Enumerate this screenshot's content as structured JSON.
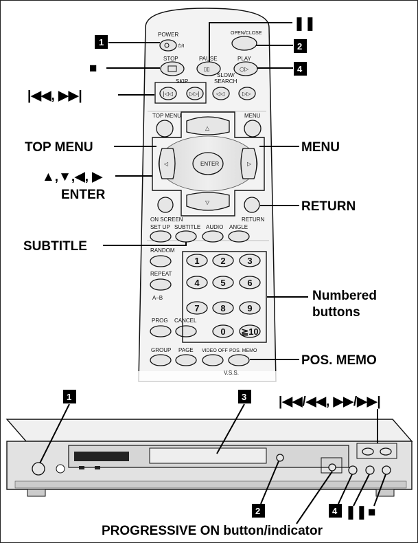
{
  "remote": {
    "buttons": {
      "power": "POWER",
      "power_symbol": "⏻/I",
      "open_close": "OPEN/CLOSE",
      "stop": "STOP",
      "pause": "PAUSE",
      "play": "PLAY",
      "skip": "SKIP",
      "slow_search": [
        "SLOW/",
        "SEARCH"
      ],
      "top_menu": "TOP MENU",
      "menu": "MENU",
      "enter": "ENTER",
      "on_screen": "ON SCREEN",
      "return": "RETURN",
      "set_up": "SET UP",
      "subtitle": "SUBTITLE",
      "audio": "AUDIO",
      "angle": "ANGLE",
      "random": "RANDOM",
      "repeat": "REPEAT",
      "a_b": "A–B",
      "prog": "PROG",
      "cancel": "CANCEL",
      "group": "GROUP",
      "page": "PAGE",
      "video_off": "VIDEO OFF",
      "pos_memo": "POS. MEMO",
      "vss": "V.S.S.",
      "numbers": [
        "1",
        "2",
        "3",
        "4",
        "5",
        "6",
        "7",
        "8",
        "9",
        "0",
        "≧10"
      ]
    }
  },
  "callouts": {
    "power_num": "1",
    "pause_symbol": "❚❚",
    "open_close_num": "2",
    "stop_symbol": "■",
    "play_num": "4",
    "skip_symbols": "|◀◀,  ▶▶|",
    "top_menu": "TOP MENU",
    "menu": "MENU",
    "arrows": "▲,▼,◀, ▶",
    "enter": "ENTER",
    "return": "RETURN",
    "subtitle": "SUBTITLE",
    "numbered_buttons": [
      "Numbered",
      "buttons"
    ],
    "pos_memo": "POS. MEMO"
  },
  "player": {
    "power_num": "1",
    "tray_num": "3",
    "skip_search_symbols": "|◀◀/◀◀, ▶▶/▶▶|",
    "open_close_num": "2",
    "play_num": "4",
    "pause_symbol": "❚❚",
    "stop_symbol": "■",
    "progressive": "PROGRESSIVE ON button/indicator"
  }
}
